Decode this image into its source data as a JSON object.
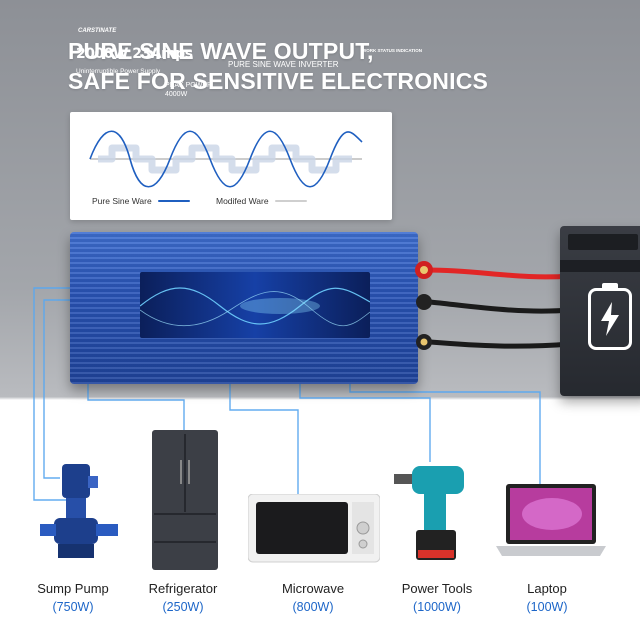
{
  "headline": {
    "line1": "PURE SINE WAVE OUTPUT,",
    "line2": "SAFE FOR SENSITIVE ELECTRONICS"
  },
  "wave_legend": {
    "pure": {
      "label": "Pure Sine Ware",
      "color": "#1f5fc0"
    },
    "modified": {
      "label": "Modifed Ware",
      "color": "#ffffff"
    }
  },
  "inverter": {
    "brand": "CARSTINATE",
    "power_amps": "2000W 23Amps",
    "ups_label": "Uninterruptible Power Supply",
    "peak_label": "PEAK POWER",
    "peak_value": "4000W",
    "title": "PURE SINE WAVE INVERTER",
    "status_heading": "WORK STATUS INDICATION",
    "body_color": "#2a55b8"
  },
  "devices": [
    {
      "name": "Sump Pump",
      "watt": "(750W)",
      "icon": "water-pump-icon"
    },
    {
      "name": "Refrigerator",
      "watt": "(250W)",
      "icon": "refrigerator-icon"
    },
    {
      "name": "Microwave",
      "watt": "(800W)",
      "icon": "microwave-icon"
    },
    {
      "name": "Power Tools",
      "watt": "(1000W)",
      "icon": "drill-icon"
    },
    {
      "name": "Laptop",
      "watt": "(100W)",
      "icon": "laptop-icon"
    }
  ],
  "colors": {
    "accent_blue": "#1d66c8",
    "wire_blue": "#5aa8f0",
    "cable_red": "#e22626",
    "battery_dark": "#2a2d33"
  }
}
